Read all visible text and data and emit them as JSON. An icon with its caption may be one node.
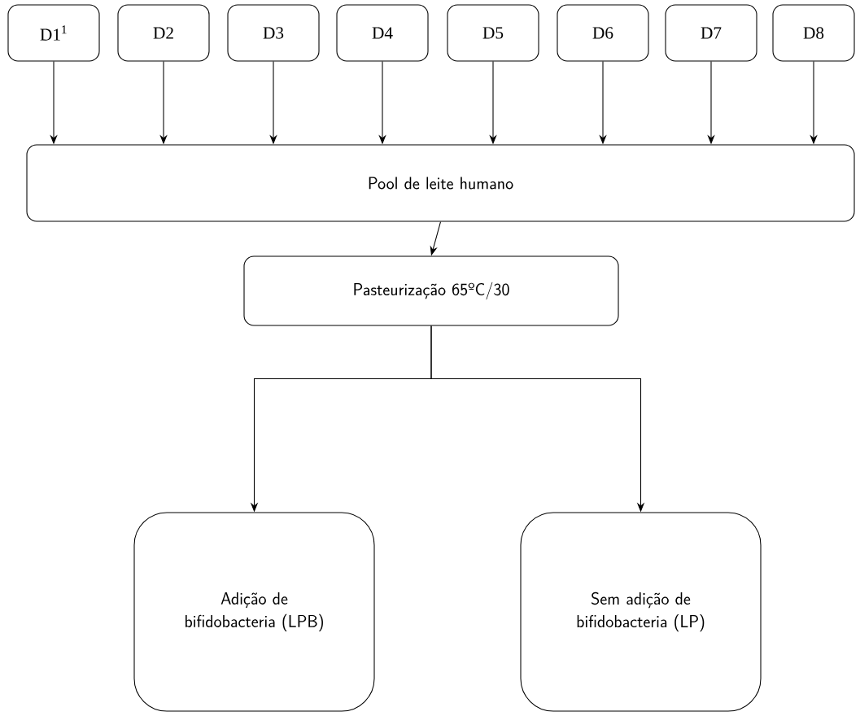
{
  "diagram": {
    "nodes": [
      {
        "text": [
          "D1$^{1}$"
        ]
      },
      {
        "text": [
          "D2"
        ]
      },
      {
        "text": [
          "D3"
        ]
      },
      {
        "text": [
          "D4"
        ]
      },
      {
        "text": [
          "D5"
        ]
      },
      {
        "text": [
          "D6"
        ]
      },
      {
        "text": [
          "D7"
        ]
      },
      {
        "text": [
          "D8"
        ]
      },
      {
        "text": [
          "Pool de leite humano"
        ]
      },
      {
        "text": [
          "Pasteurização 65ºC/30"
        ]
      },
      {
        "text": [
          "Adição de bifidobacteria (LPB)"
        ]
      },
      {
        "text": [
          "Sem adição de bifidobacteria (LP)"
        ]
      }
    ],
    "edges": [
      {
        "from": 0,
        "to": 8,
        "arrow": "to"
      },
      {
        "from": 1,
        "to": 8,
        "arrow": "to"
      },
      {
        "from": 2,
        "to": 8,
        "arrow": "to"
      },
      {
        "from": 3,
        "to": 8,
        "arrow": "to"
      },
      {
        "from": 4,
        "to": 8,
        "arrow": "to"
      },
      {
        "from": 5,
        "to": 8,
        "arrow": "to"
      },
      {
        "from": 6,
        "to": 8,
        "arrow": "to"
      },
      {
        "from": 7,
        "to": 8,
        "arrow": "to"
      },
      {
        "from": 8,
        "to": 9,
        "arrow": "to"
      },
      {
        "from": 9,
        "to": 10,
        "arrow": "to"
      },
      {
        "from": 9,
        "to": 11,
        "arrow": "to"
      }
    ]
  }
}
